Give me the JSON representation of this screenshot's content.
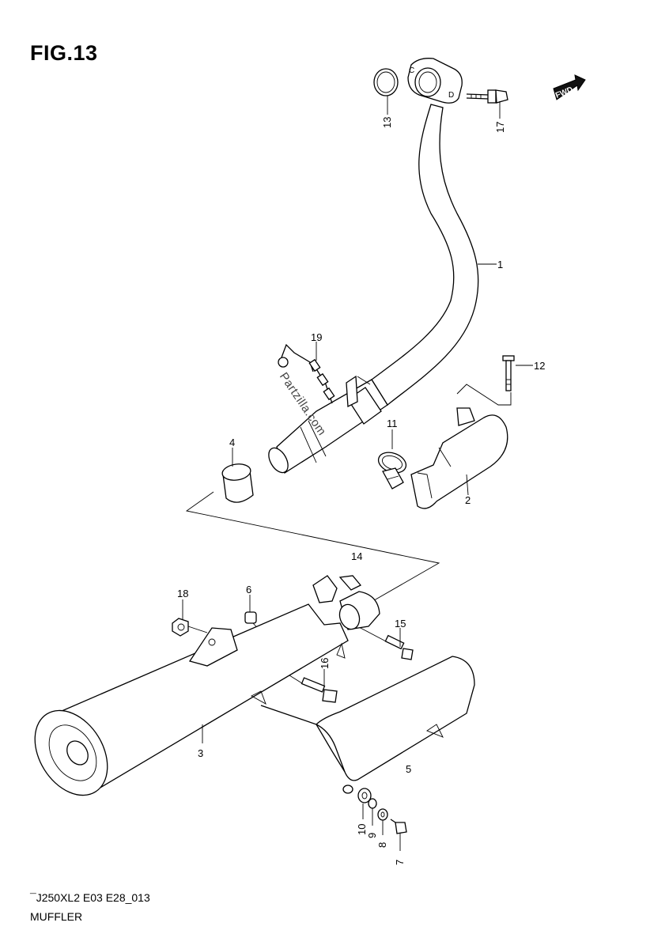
{
  "figure": {
    "title": "FIG.13",
    "footer_code": "¯J250XL2 E03 E28_013",
    "footer_name": "MUFFLER",
    "watermark": "Partzilla.com",
    "fwd_label": "FWD"
  },
  "callouts": [
    {
      "id": "c1",
      "label": "1"
    },
    {
      "id": "c2",
      "label": "2"
    },
    {
      "id": "c3",
      "label": "3"
    },
    {
      "id": "c4",
      "label": "4"
    },
    {
      "id": "c5",
      "label": "5"
    },
    {
      "id": "c6",
      "label": "6"
    },
    {
      "id": "c7",
      "label": "7"
    },
    {
      "id": "c8",
      "label": "8"
    },
    {
      "id": "c9",
      "label": "9"
    },
    {
      "id": "c10",
      "label": "10"
    },
    {
      "id": "c11",
      "label": "11"
    },
    {
      "id": "c12",
      "label": "12"
    },
    {
      "id": "c13",
      "label": "13"
    },
    {
      "id": "c14",
      "label": "14"
    },
    {
      "id": "c15",
      "label": "15"
    },
    {
      "id": "c16",
      "label": "16"
    },
    {
      "id": "c17",
      "label": "17"
    },
    {
      "id": "c18",
      "label": "18"
    },
    {
      "id": "c19",
      "label": "19"
    }
  ],
  "flange_marks": {
    "c": "C",
    "d": "D"
  }
}
